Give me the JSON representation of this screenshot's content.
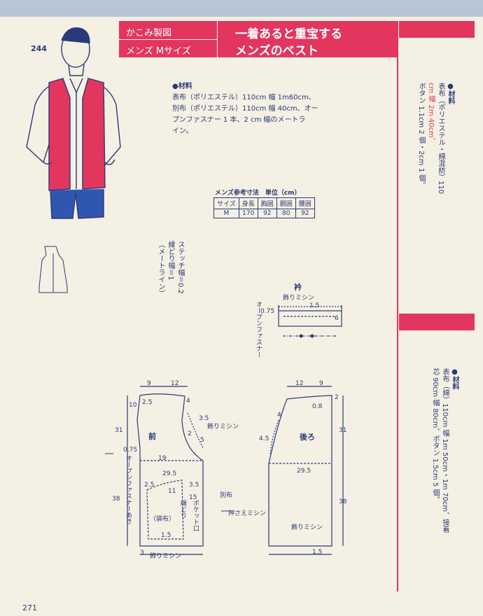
{
  "page_number_top": "244",
  "page_number_bottom": "271",
  "header": {
    "category": "かこみ製図",
    "size_label": "メンズ Mサイズ",
    "title_line1": "一着あると重宝する",
    "title_line2": "メンズのベスト"
  },
  "materials": {
    "heading": "●材料",
    "line1": "表布（ポリエステル）110cm 幅 1m60cm、",
    "line2": "別布（ポリエステル）110cm 幅 40cm、オー",
    "line3": "プンファスナー 1 本、2 cm 幅のメートラ",
    "line4": "イン。"
  },
  "size_table": {
    "caption": "メンズ参考寸法　単位（cm）",
    "headers": [
      "サイズ",
      "身長",
      "胸囲",
      "胴囲",
      "腰囲"
    ],
    "rows": [
      [
        "M",
        "170",
        "92",
        "80",
        "92"
      ]
    ]
  },
  "stitch_note": {
    "line1": "ステッチ幅＝0.2",
    "line2": "縁どり幅＝1",
    "line3": "（メートライン）"
  },
  "right_col_1": {
    "heading": "●材料",
    "line1": "表布（ポリエステル・綿混紡）110",
    "line2": "cm 幅 2m 40cm、",
    "line3": "ボタン 1.1cm 2 個・2cm 1 個。"
  },
  "right_col_2": {
    "heading": "●材料",
    "line1": "表布（綿）110cm 幅 1m 50cm・1m 70cm、接着",
    "line2": "芯 90cm 幅 80cm、ボタン 1.5cm 5 個。"
  },
  "pattern": {
    "collar_title": "衿",
    "collar_stitch": "飾りミシン",
    "open_fastener": "オープンファスナー",
    "front_label": "前",
    "back_label": "後ろ",
    "stitch": "飾りミシン",
    "fastener_side": "オープンファスナーあき",
    "bag_cloth": "（袋布）",
    "edge": "縁どり",
    "pocket_mouth": "ポケット口",
    "separate_cloth": "別布",
    "press_stitch": "押さえミシン",
    "numbers": {
      "n9": "9",
      "n12": "12",
      "n10": "10",
      "n25": "2.5",
      "n4": "4",
      "n35": "3.5",
      "n31": "31",
      "n2": "2",
      "n5": "5",
      "n075": "0.75",
      "n19": "19",
      "n295": "29.5",
      "n11": "11",
      "n38": "38",
      "n15": "15",
      "n15b": "1.5",
      "n3": "3",
      "n08": "0.8",
      "n45": "4.5",
      "n6": "6"
    }
  },
  "colors": {
    "accent": "#e2365e",
    "ink": "#2b3a78",
    "paper": "#f4f0e3",
    "band": "#b7c6d6"
  }
}
